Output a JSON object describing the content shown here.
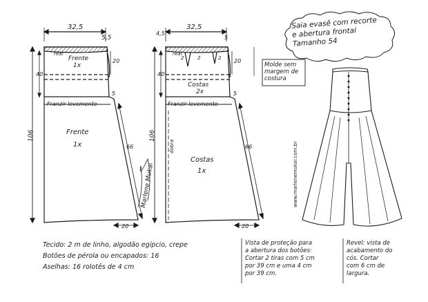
{
  "title_lines": [
    "Saia evasê com recorte",
    "e abertura frontal",
    "Tamanho 54"
  ],
  "front": {
    "top_width": "32,5",
    "top_right": "5,5",
    "waist_label": "real",
    "yoke_label_1": "Frente",
    "yoke_label_2": "1x",
    "yoke_height": "20",
    "yoke_depth": "40",
    "yoke_side": "5",
    "gather_label": "Franzir levemente",
    "skirt_label_1": "Frente",
    "skirt_label_2": "1x",
    "total_length": "106",
    "side_length": "66",
    "hem_extension": "20"
  },
  "back": {
    "top_width": "32,5",
    "top_left": "4,5",
    "top_right": "5",
    "waist_label": "real",
    "dart_left": "2",
    "dart_mid": "2",
    "dart_right": "2",
    "yoke_label_1": "Costas",
    "yoke_label_2": "2x",
    "yoke_height": "20",
    "yoke_depth": "40",
    "yoke_side": "5",
    "gather_label": "Franzir levemente",
    "skirt_label_1": "Costas",
    "skirt_label_2": "1x",
    "fold_label": "dobra",
    "total_length": "106",
    "side_length": "66",
    "hem_extension": "20"
  },
  "signature": "Marlene Mukai",
  "website": "www.marlenemukai.com.br",
  "note_box": [
    "Molde sem",
    "margem de",
    "costura"
  ],
  "notes_materials": [
    "Tecido: 2 m   de linho, algodão egípcio, crepe",
    "Botões de pérola ou encapados: 16",
    "Aselhas: 16 rolotês de 4 cm"
  ],
  "notes_facing": [
    "Vista de proteção para",
    "a abertura dos botões:",
    "Cortar 2 tiras com 5 cm",
    "por 39 cm e uma 4 cm",
    "por 39 cm."
  ],
  "notes_hem": [
    "Revel: vista de",
    "acabamento do",
    "cós. Cortar",
    "com 6 cm de",
    "largura."
  ]
}
